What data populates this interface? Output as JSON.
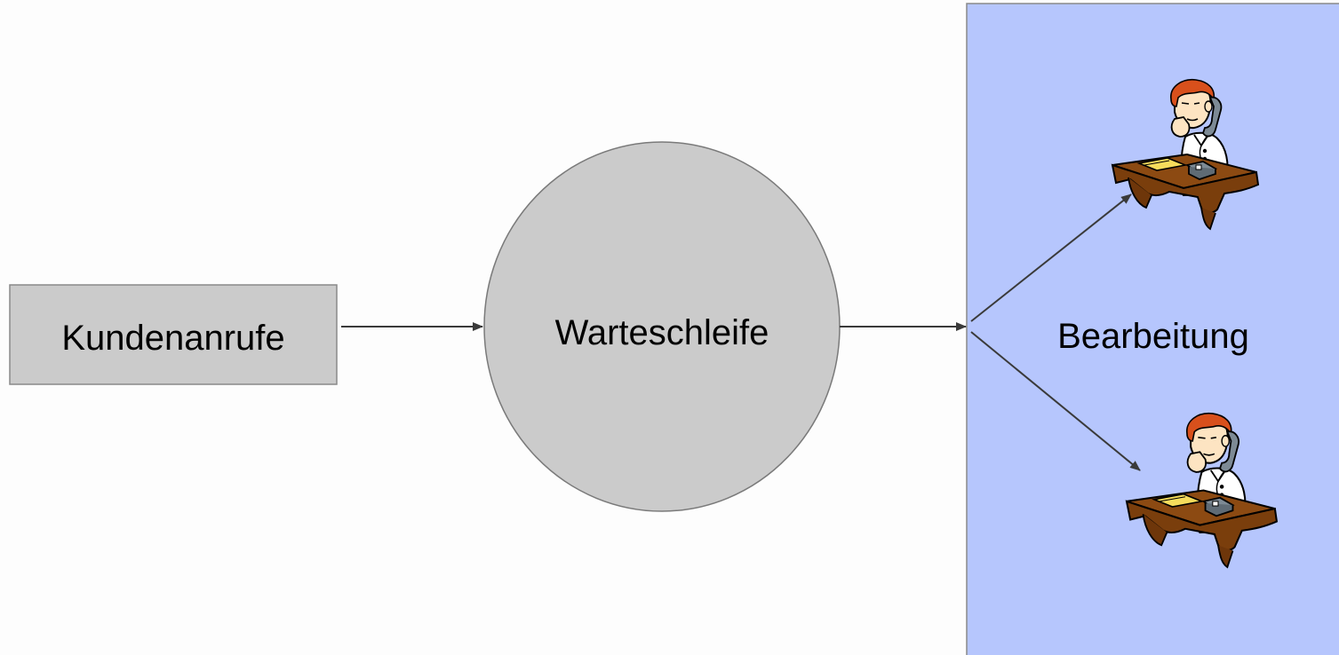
{
  "diagram": {
    "source_box": {
      "label": "Kundenanrufe",
      "fill": "#cbcbcb",
      "stroke": "#8a8a8a"
    },
    "queue": {
      "label": "Warteschleife",
      "fill": "#cbcbcb",
      "stroke": "#7a7a7a"
    },
    "processing": {
      "label": "Bearbeitung",
      "fill": "#b6c6fd",
      "stroke": "#8a8a8a"
    },
    "agents": [
      {
        "icon": "call-center-agent-icon"
      },
      {
        "icon": "call-center-agent-icon"
      }
    ],
    "colors": {
      "arrow": "#3a3a3a",
      "desk": "#8c4a12",
      "hair": "#d8501c",
      "skin": "#fde4c2",
      "phone": "#7d8a95",
      "paper": "#f6dc5c"
    }
  }
}
